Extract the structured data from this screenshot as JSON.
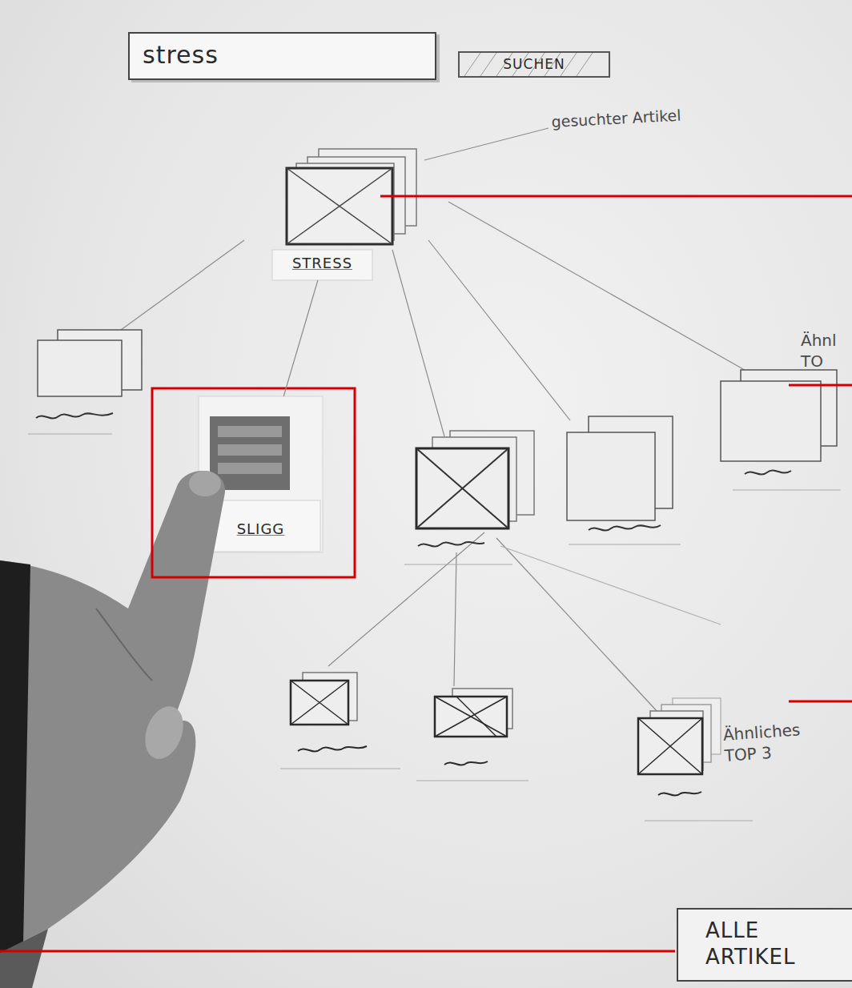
{
  "diagram": {
    "nodes": [
      {
        "text": [
          "stress"
        ]
      },
      {
        "text": [
          "SUCHEN"
        ]
      },
      {
        "text": [
          "STRESS"
        ]
      },
      {
        "text": [
          "SLIGG"
        ]
      },
      {
        "text": [
          "ALLE ARTIKEL"
        ]
      }
    ],
    "edges": [
      {
        "from": 2,
        "to": 3,
        "arrow": "none"
      }
    ],
    "labels": [
      "gesuchter Artikel",
      "Ähnl TO",
      "Ähnliches TOP 3"
    ]
  }
}
